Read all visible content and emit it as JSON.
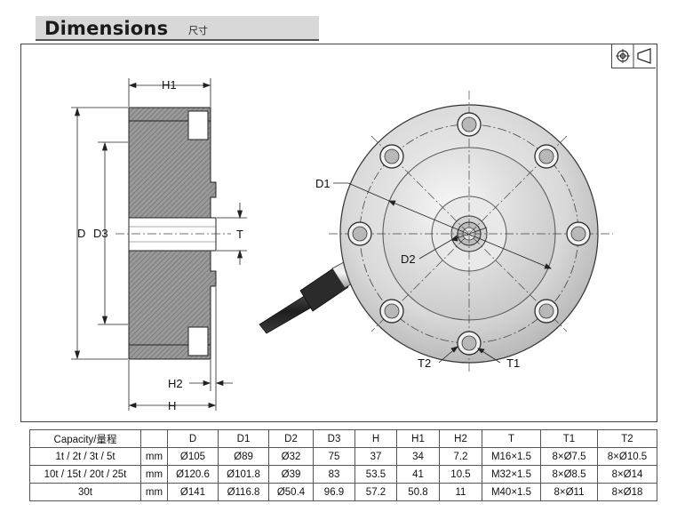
{
  "header": {
    "title": "Dimensions",
    "subtitle": "尺寸"
  },
  "labels": {
    "H1": "H1",
    "D": "D",
    "D3": "D3",
    "T": "T",
    "H2": "H2",
    "H": "H",
    "D1": "D1",
    "D2": "D2",
    "T2": "T2",
    "T1": "T1"
  },
  "table": {
    "headers": [
      "Capacity/量程",
      "",
      "D",
      "D1",
      "D2",
      "D3",
      "H",
      "H1",
      "H2",
      "T",
      "T1",
      "T2"
    ],
    "rows": [
      [
        "1t / 2t / 3t / 5t",
        "mm",
        "Ø105",
        "Ø89",
        "Ø32",
        "75",
        "37",
        "34",
        "7.2",
        "M16×1.5",
        "8×Ø7.5",
        "8×Ø10.5"
      ],
      [
        "10t / 15t / 20t / 25t",
        "mm",
        "Ø120.6",
        "Ø101.8",
        "Ø39",
        "83",
        "53.5",
        "41",
        "10.5",
        "M32×1.5",
        "8×Ø8.5",
        "8×Ø14"
      ],
      [
        "30t",
        "mm",
        "Ø141",
        "Ø116.8",
        "Ø50.4",
        "96.9",
        "57.2",
        "50.8",
        "11",
        "M40×1.5",
        "8×Ø11",
        "8×Ø18"
      ]
    ]
  },
  "colors": {
    "metal_light": "#e4e4e4",
    "metal_dark": "#8a8a8a",
    "cable": "#2a2a2a",
    "line": "#222222"
  }
}
